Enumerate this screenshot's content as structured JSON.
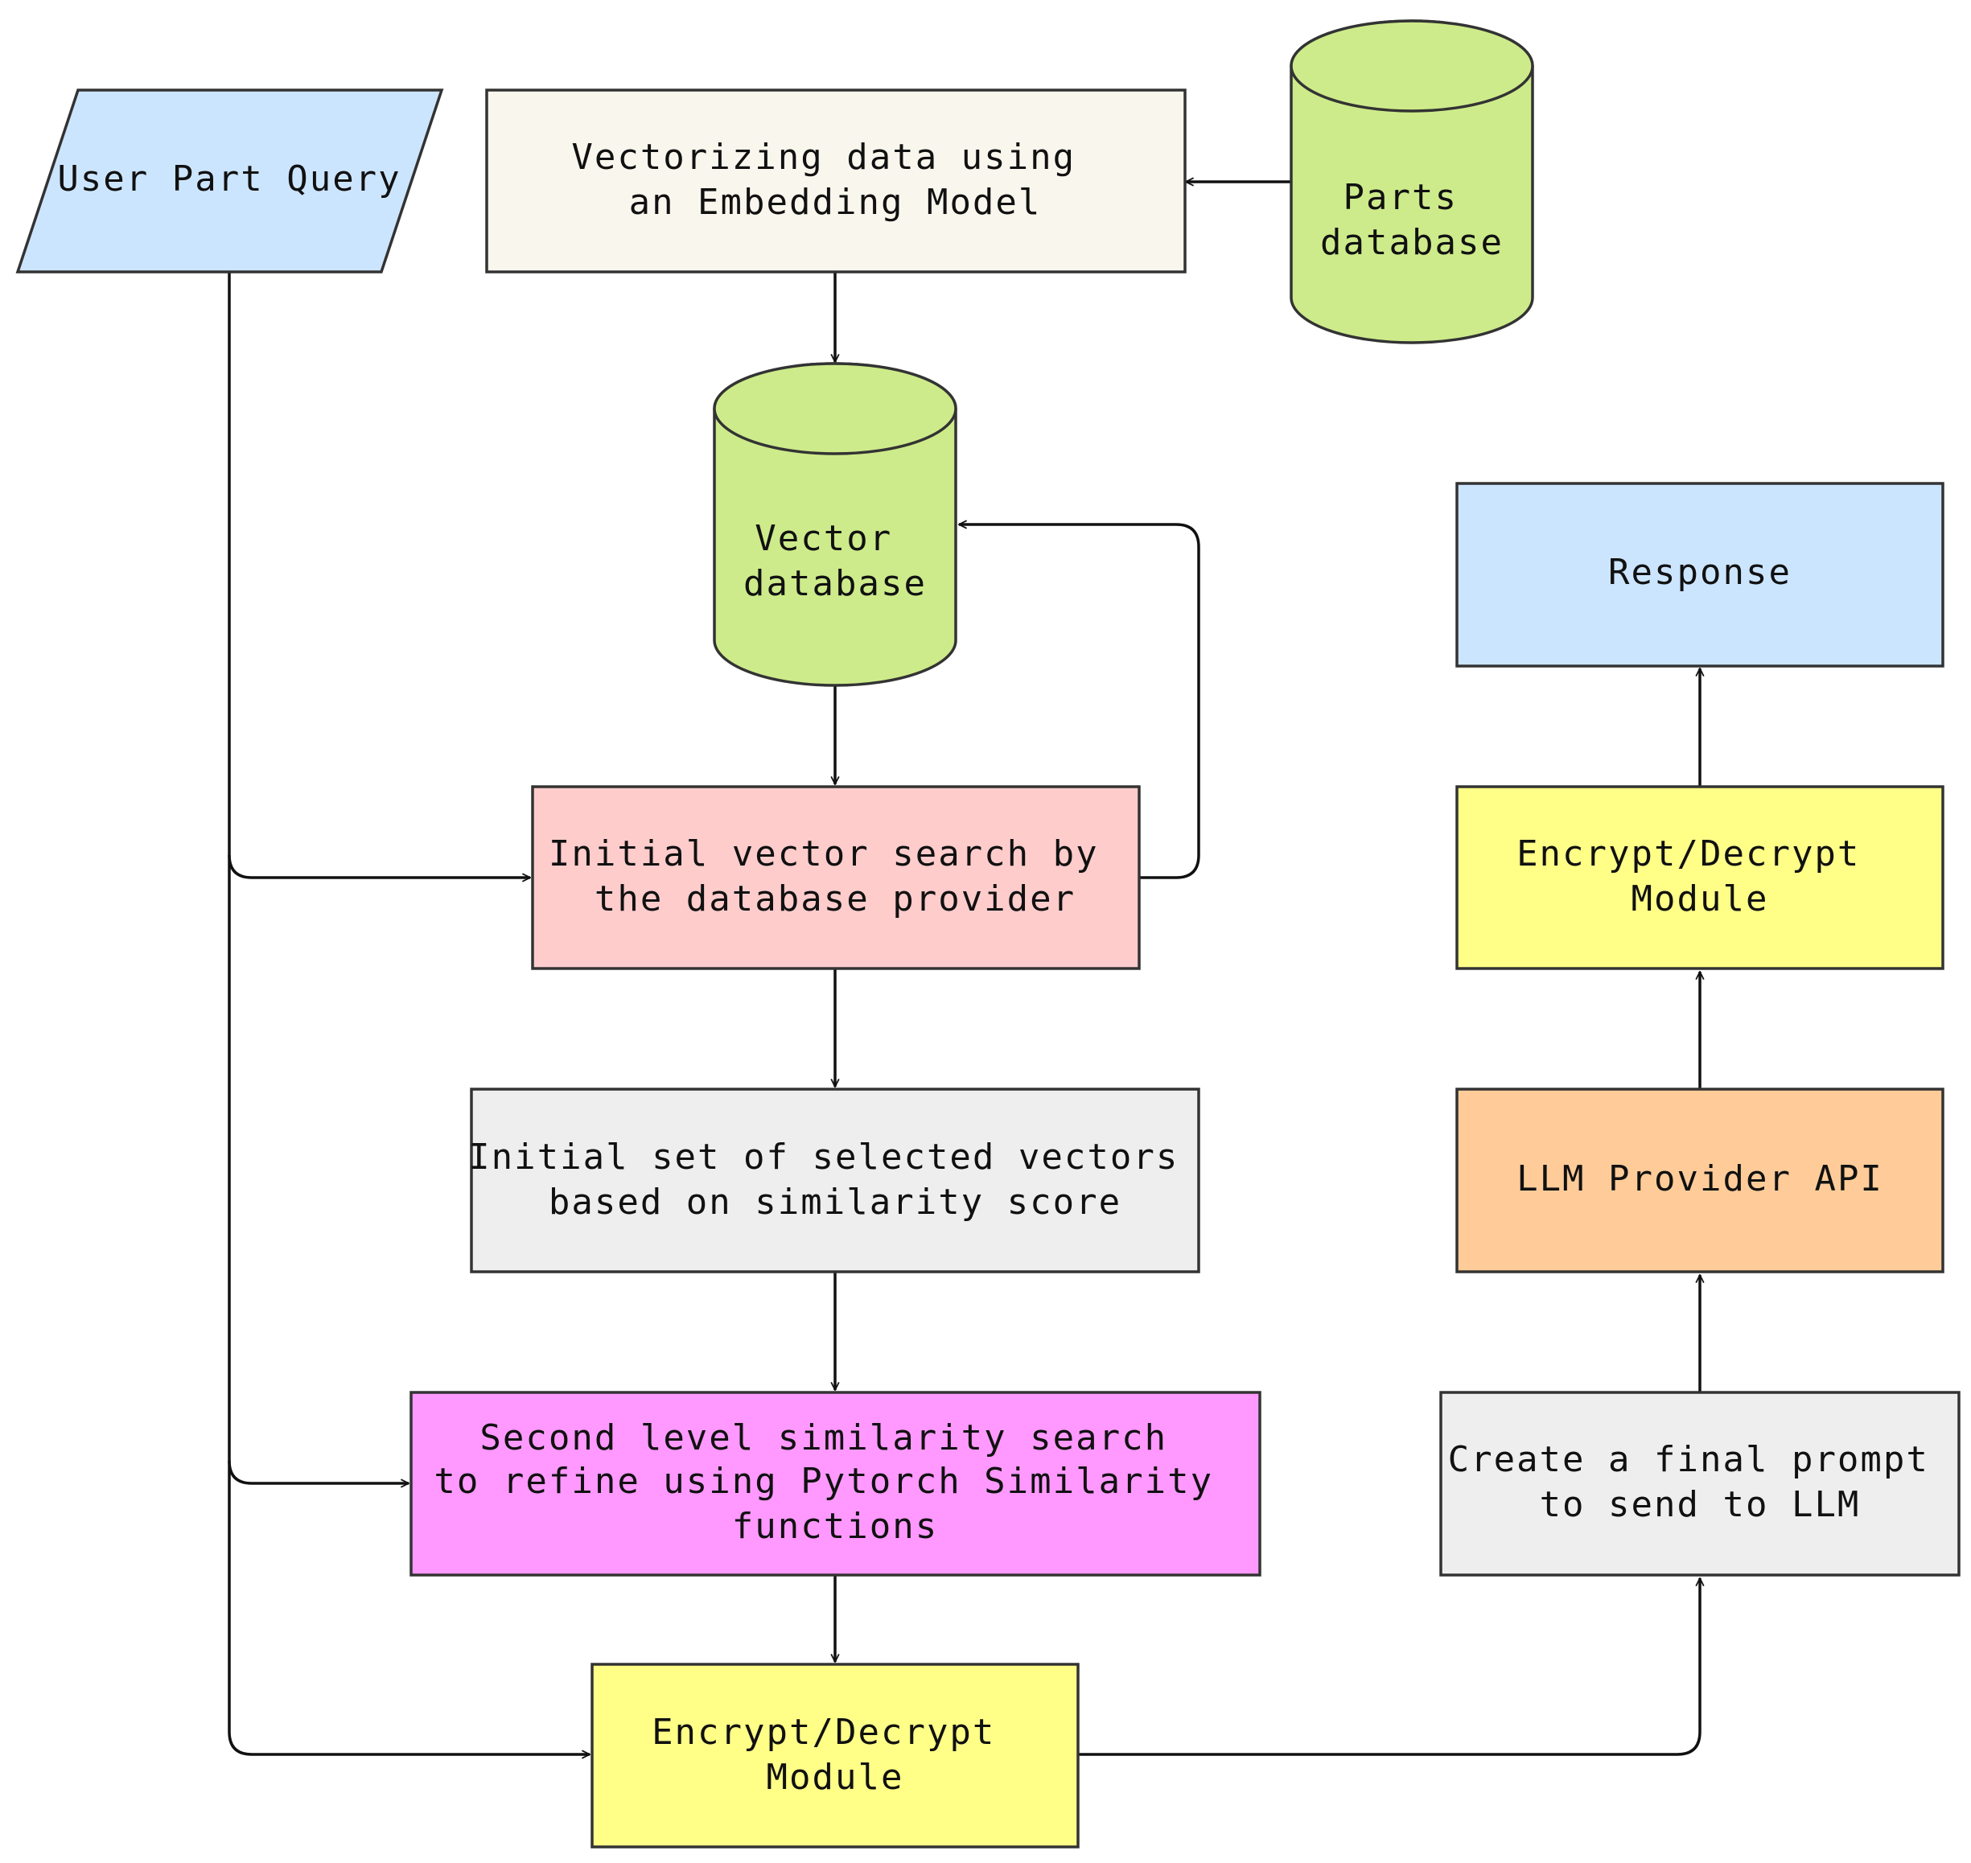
{
  "nodes": {
    "user_query": {
      "lines": [
        "User Part Query"
      ],
      "color": "#cce5ff"
    },
    "vectorizing": {
      "lines": [
        "Vectorizing data using",
        "an Embedding Model"
      ],
      "color": "#f9f7ed"
    },
    "parts_db": {
      "lines": [
        "Parts",
        "database"
      ],
      "color": "#cdeb8b"
    },
    "vector_db": {
      "lines": [
        "Vector",
        "database"
      ],
      "color": "#cdeb8b"
    },
    "initial_search": {
      "lines": [
        "Initial vector search by",
        "the database provider"
      ],
      "color": "#ffcccc"
    },
    "initial_set": {
      "lines": [
        "Initial set of selected vectors",
        "based on similarity score"
      ],
      "color": "#eeeeee"
    },
    "second_level": {
      "lines": [
        "Second level similarity search",
        "to refine using Pytorch Similarity",
        "functions"
      ],
      "color": "#ff99ff"
    },
    "encrypt_bottom": {
      "lines": [
        "Encrypt/Decrypt",
        "Module"
      ],
      "color": "#ffff88"
    },
    "final_prompt": {
      "lines": [
        "Create a final prompt",
        "to send to LLM"
      ],
      "color": "#eeeeee"
    },
    "llm_api": {
      "lines": [
        "LLM Provider API"
      ],
      "color": "#ffcc99"
    },
    "encrypt_top": {
      "lines": [
        "Encrypt/Decrypt",
        "Module"
      ],
      "color": "#ffff88"
    },
    "response": {
      "lines": [
        "Response"
      ],
      "color": "#cce5ff"
    }
  }
}
